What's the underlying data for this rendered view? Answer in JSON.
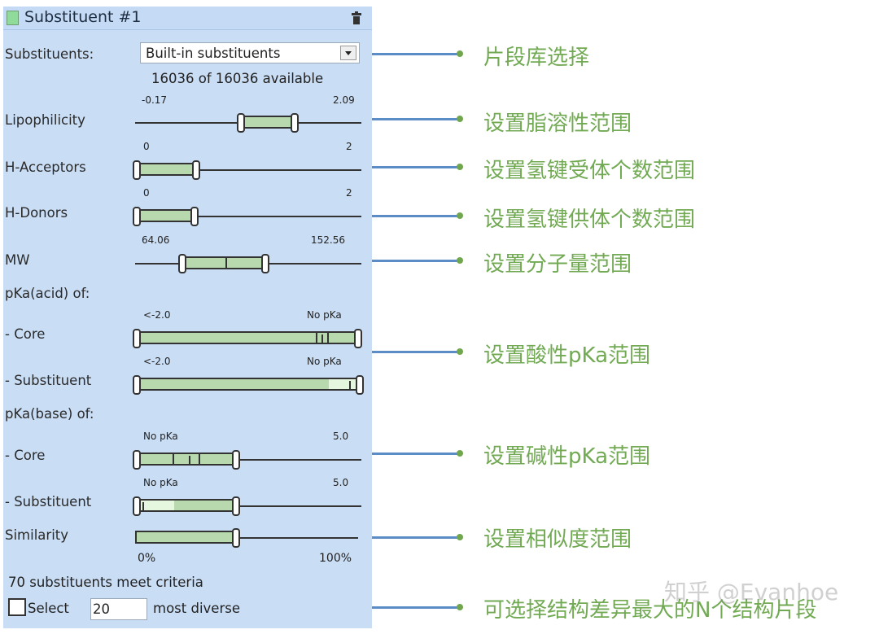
{
  "panel": {
    "title": "Substituent #1",
    "swatch_color": "#8fdc9a",
    "trash_icon": "trash-icon",
    "substituents_label": "Substituents:",
    "substituents_select": "Built-in substituents",
    "available_text": "16036 of 16036 available",
    "sliders": {
      "lipophilicity": {
        "label": "Lipophilicity",
        "min_label": "-0.17",
        "max_label": "2.09"
      },
      "h_acceptors": {
        "label": "H-Acceptors",
        "min_label": "0",
        "max_label": "2"
      },
      "h_donors": {
        "label": "H-Donors",
        "min_label": "0",
        "max_label": "2"
      },
      "mw": {
        "label": "MW",
        "min_label": "64.06",
        "max_label": "152.56"
      },
      "pka_acid_header": "pKa(acid) of:",
      "pka_acid_core": {
        "label": "- Core",
        "min_label": "<-2.0",
        "max_label": "No pKa"
      },
      "pka_acid_sub": {
        "label": "- Substituent",
        "min_label": "<-2.0",
        "max_label": "No pKa"
      },
      "pka_base_header": "pKa(base) of:",
      "pka_base_core": {
        "label": "- Core",
        "min_label": "No pKa",
        "max_label": "5.0"
      },
      "pka_base_sub": {
        "label": "- Substituent",
        "min_label": "No pKa",
        "max_label": "5.0"
      },
      "similarity": {
        "label": "Similarity",
        "min_label": "0%",
        "max_label": "100%"
      }
    },
    "criteria_text": "70 substituents meet criteria",
    "select_label": "Select",
    "select_count": "20",
    "most_diverse_label": "most diverse"
  },
  "annotations": [
    "片段库选择",
    "设置脂溶性范围",
    "设置氢键受体个数范围",
    "设置氢键供体个数范围",
    "设置分子量范围",
    "设置酸性pKa范围",
    "设置碱性pKa范围",
    "设置相似度范围",
    "可选择结构差异最大的N个结构片段"
  ],
  "watermark": "知乎 @Evanhoe",
  "colors": {
    "panel_bg": "#c9ddf5",
    "slider_fill": "#b8d9ae",
    "connector": "#5b8cc6",
    "annotation_text": "#72aa54"
  }
}
